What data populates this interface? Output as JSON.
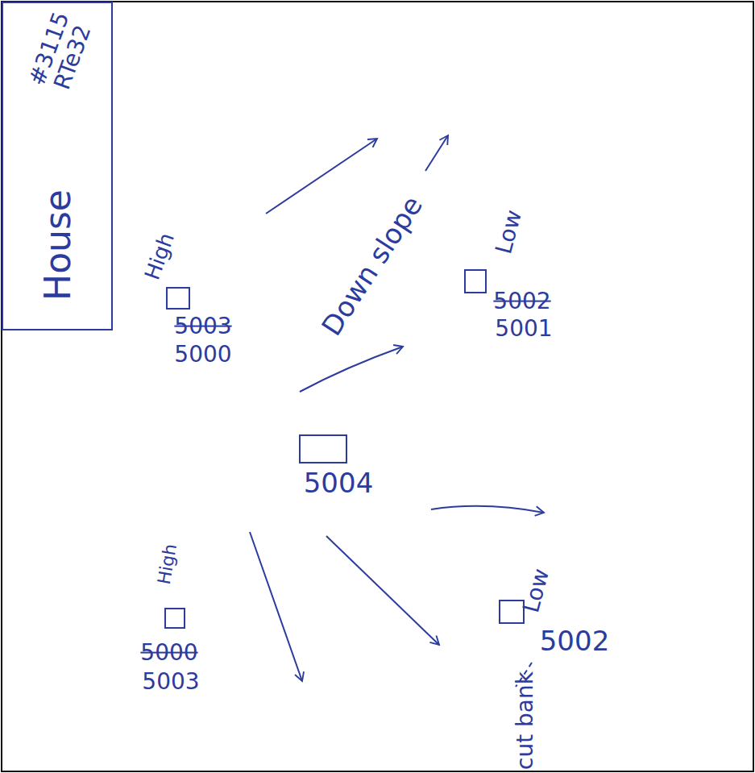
{
  "diagram": {
    "nodes": [
      {
        "text": [
          "#3115 RTe32",
          "House"
        ]
      }
    ],
    "labels": [
      "High",
      "5003",
      "5000",
      "Down slope",
      "Low",
      "5002",
      "5001",
      "5004",
      "High",
      "5000",
      "5003",
      "Low",
      "5002",
      "cut bank"
    ]
  }
}
